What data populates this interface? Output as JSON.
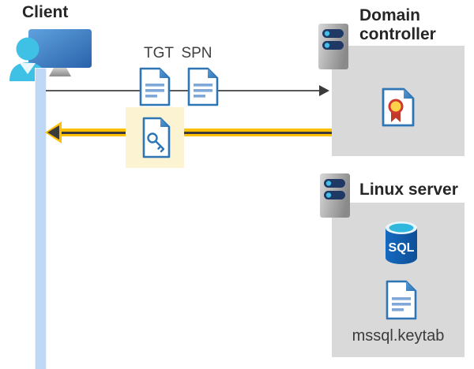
{
  "labels": {
    "client": "Client",
    "tgt": "TGT",
    "spn": "SPN",
    "domain_controller": "Domain controller",
    "linux_server": "Linux server",
    "sql": "SQL",
    "keytab_file": "mssql.keytab"
  },
  "colors": {
    "panel_gray": "#D9D9D9",
    "highlight_yellow": "#FBF3D1",
    "arrow_yellow": "#FFC003",
    "arrow_gray": "#595959",
    "arrow_dark": "#3B3B3B",
    "lifeline_blue": "#BFD8F6",
    "document_blue": "#2E75B6",
    "document_fold_blue": "#3C7DC4",
    "document_line_blue": "#7FA8D9",
    "person_cyan": "#3FC1E6",
    "server_bar_navy": "#1F3864",
    "server_led_cyan": "#41C0E8",
    "sql_blue": "#1360B8",
    "sql_top_cyan": "#2FB7DD",
    "seal_yellow": "#FFD24A",
    "seal_red": "#C0392B"
  },
  "icons": {
    "client": "person-at-monitor-icon",
    "domain_controller": "server-icon",
    "linux_server": "server-icon",
    "tgt": "document-icon",
    "spn": "document-icon",
    "service_ticket": "key-document-icon",
    "certificate": "certificate-icon",
    "database": "sql-database-icon",
    "keytab": "document-icon"
  }
}
